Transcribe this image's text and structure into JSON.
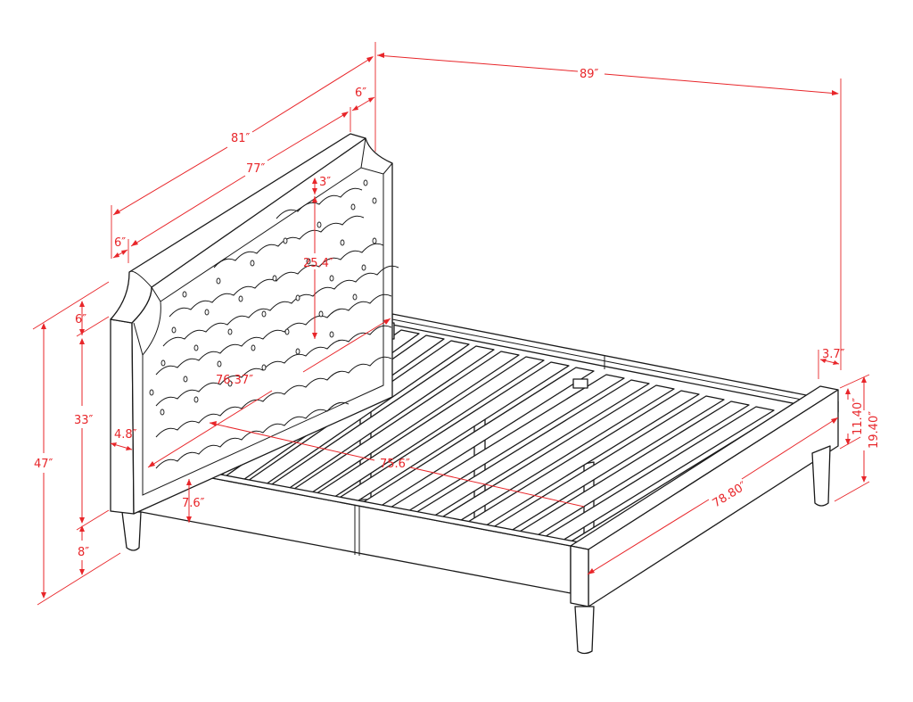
{
  "figure": {
    "subject": "Upholstered platform bed with tufted headboard — dimension drawing",
    "units": "inches",
    "line_color": "#1a1a1a",
    "dimension_color": "#e8262a",
    "background": "#ffffff"
  },
  "dimensions": {
    "overall_length": "89″",
    "overall_width": "81″",
    "headboard_inner_width": "77″",
    "headboard_post_width_right": "6″",
    "headboard_post_width_left": "6″",
    "headboard_top_margin": "3″",
    "headboard_panel_height": "25.4″",
    "headboard_cap_height": "6″",
    "headboard_post_height": "33″",
    "leg_height": "8″",
    "overall_height": "47″",
    "headboard_thickness": "4.8″",
    "rail_height": "7.6″",
    "inner_width": "76.37″",
    "inner_length": "75.6″",
    "footboard_length": "78.80″",
    "footboard_thickness": "3.7″",
    "footboard_rail_height": "11.40″",
    "footboard_height": "19.40″"
  }
}
